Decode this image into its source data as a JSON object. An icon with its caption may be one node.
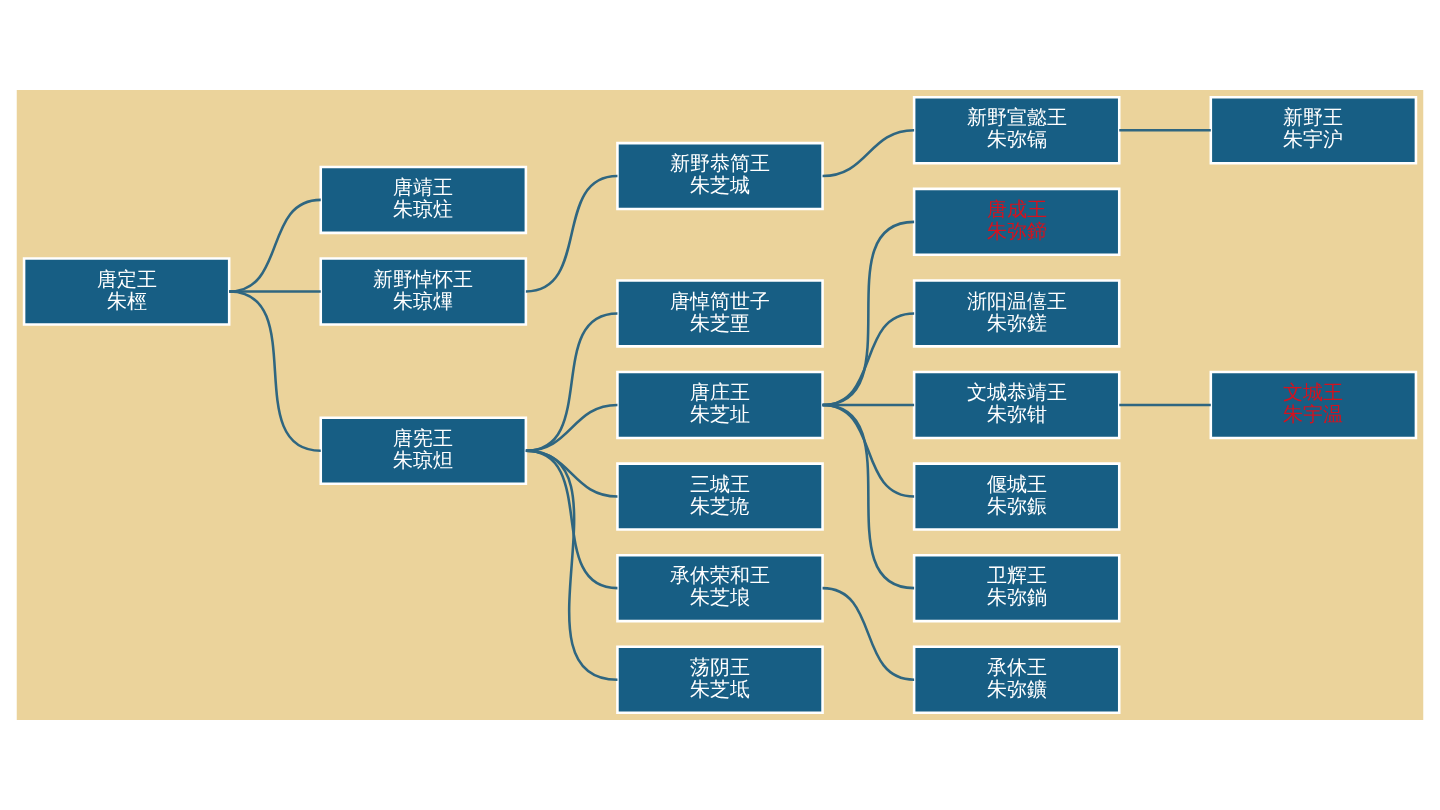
{
  "diagram": {
    "nodes": [
      {
        "text": [
          "唐定王",
          "朱桱"
        ]
      },
      {
        "text": [
          "唐靖王",
          "朱琼炷"
        ]
      },
      {
        "text": [
          "新野悼怀王",
          "朱琼熚"
        ]
      },
      {
        "text": [
          "新野恭简王",
          "朱芝城"
        ]
      },
      {
        "text": [
          "新野宣懿王",
          "朱弥镉"
        ]
      },
      {
        "text": [
          "新野王",
          "朱宇沪"
        ]
      },
      {
        "text": [
          "唐宪王",
          "朱琼炟"
        ]
      },
      {
        "text": [
          "唐悼简世子",
          "朱芝垔"
        ]
      },
      {
        "text": [
          "唐成王",
          "朱弥鍗"
        ]
      },
      {
        "text": [
          "浙阳温僖王",
          "朱弥鎈"
        ]
      },
      {
        "text": [
          "唐庄王",
          "朱芝址"
        ]
      },
      {
        "text": [
          "文城恭靖王",
          "朱弥钳"
        ]
      },
      {
        "text": [
          "文城王",
          "朱宇温"
        ]
      },
      {
        "text": [
          "偃城王",
          "朱弥鋠"
        ]
      },
      {
        "text": [
          "卫辉王",
          "朱弥鋿"
        ]
      },
      {
        "text": [
          "三城王",
          "朱芝垝"
        ]
      },
      {
        "text": [
          "承休荣和王",
          "朱芝埌"
        ]
      },
      {
        "text": [
          "承休王",
          "朱弥鑛"
        ]
      },
      {
        "text": [
          "荡阴王",
          "朱芝坻"
        ]
      }
    ],
    "edges": [
      {
        "from": 0,
        "to": 1,
        "arrow": "none"
      },
      {
        "from": 0,
        "to": 2,
        "arrow": "none"
      },
      {
        "from": 2,
        "to": 3,
        "arrow": "none"
      },
      {
        "from": 3,
        "to": 4,
        "arrow": "none"
      },
      {
        "from": 4,
        "to": 5,
        "arrow": "none"
      },
      {
        "from": 0,
        "to": 6,
        "arrow": "none"
      },
      {
        "from": 6,
        "to": 7,
        "arrow": "none"
      },
      {
        "from": 6,
        "to": 10,
        "arrow": "none"
      },
      {
        "from": 10,
        "to": 8,
        "arrow": "none"
      },
      {
        "from": 10,
        "to": 9,
        "arrow": "none"
      },
      {
        "from": 10,
        "to": 11,
        "arrow": "none"
      },
      {
        "from": 11,
        "to": 12,
        "arrow": "none"
      },
      {
        "from": 10,
        "to": 13,
        "arrow": "none"
      },
      {
        "from": 10,
        "to": 14,
        "arrow": "none"
      },
      {
        "from": 6,
        "to": 15,
        "arrow": "none"
      },
      {
        "from": 6,
        "to": 16,
        "arrow": "none"
      },
      {
        "from": 16,
        "to": 17,
        "arrow": "none"
      },
      {
        "from": 6,
        "to": 18,
        "arrow": "none"
      }
    ]
  }
}
